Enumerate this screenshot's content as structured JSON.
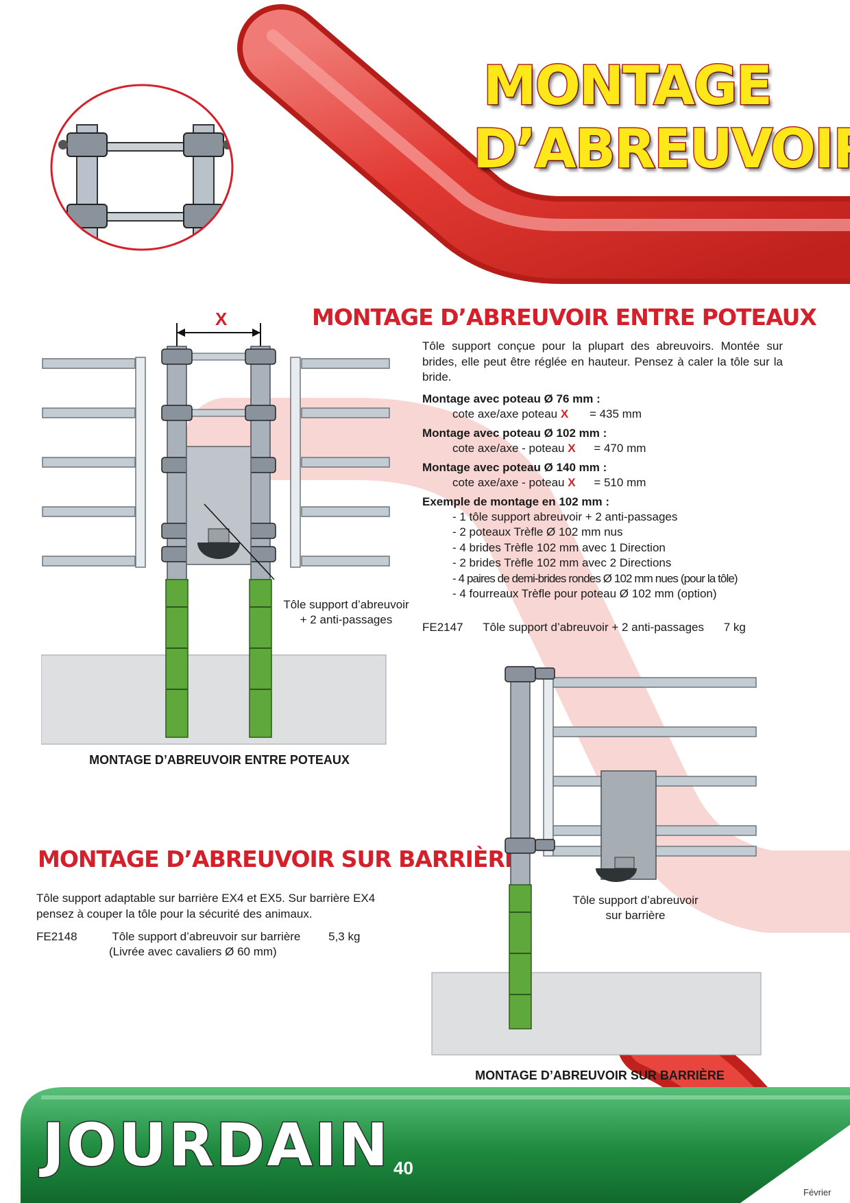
{
  "header": {
    "title_line1": "MONTAGE",
    "title_line2": "D’ABREUVOIR"
  },
  "section1": {
    "heading": "MONTAGE D’ABREUVOIR ENTRE POTEAUX",
    "dimension_label": "X",
    "intro": "Tôle support conçue pour la plupart des abreuvoirs. Montée sur brides, elle peut être réglée en hauteur.  Pensez à caler la tôle sur la bride.",
    "specs": [
      {
        "title": "Montage avec poteau Ø 76 mm :",
        "label": "cote axe/axe  poteau",
        "x": "X",
        "value": "= 435 mm"
      },
      {
        "title": "Montage avec poteau Ø 102 mm :",
        "label": "cote axe/axe - poteau",
        "x": "X",
        "value": "= 470 mm"
      },
      {
        "title": "Montage avec poteau Ø 140 mm :",
        "label": "cote axe/axe - poteau",
        "x": "X",
        "value": "= 510 mm"
      }
    ],
    "example_title": "Exemple de montage en 102 mm :",
    "example_items": [
      "- 1 tôle support abreuvoir + 2 anti-passages",
      "- 2 poteaux Trèfle Ø 102 mm nus",
      "- 4 brides Trèfle 102 mm avec 1 Direction",
      "- 2 brides Trèfle 102 mm avec 2 Directions",
      "- 4  paires de demi-brides rondes Ø 102 mm nues (pour la tôle)",
      "- 4 fourreaux Trèfle pour poteau Ø 102 mm (option)"
    ],
    "product": {
      "ref": "FE2147",
      "desc": "Tôle support d’abreuvoir + 2 anti-passages",
      "weight": "7 kg"
    },
    "callout_line1": "Tôle support d’abreuvoir",
    "callout_line2": "+ 2 anti-passages",
    "caption": "MONTAGE D’ABREUVOIR ENTRE POTEAUX"
  },
  "section2": {
    "heading": "MONTAGE D’ABREUVOIR SUR BARRIÈRE",
    "intro_line1": "Tôle support adaptable sur barrière EX4 et EX5.  Sur barrière EX4",
    "intro_line2": "pensez à couper la tôle pour la sécurité des animaux.",
    "product": {
      "ref": "FE2148",
      "desc": "Tôle support d’abreuvoir sur barrière",
      "weight": "5,3 kg",
      "note": "(Livrée avec cavaliers Ø 60 mm)"
    },
    "callout_line1": "Tôle support d’abreuvoir",
    "callout_line2": "sur barrière",
    "caption": "MONTAGE D’ABREUVOIR SUR BARRIÈRE"
  },
  "footer": {
    "brand": "JOURDAIN",
    "page_number": "40",
    "month": "Février"
  },
  "colors": {
    "accent_red": "#d4202a",
    "title_yellow": "#ffe81a",
    "footer_green": "#1e8a3e",
    "post_green": "#5ea83c",
    "steel": "#a9b2ba"
  }
}
